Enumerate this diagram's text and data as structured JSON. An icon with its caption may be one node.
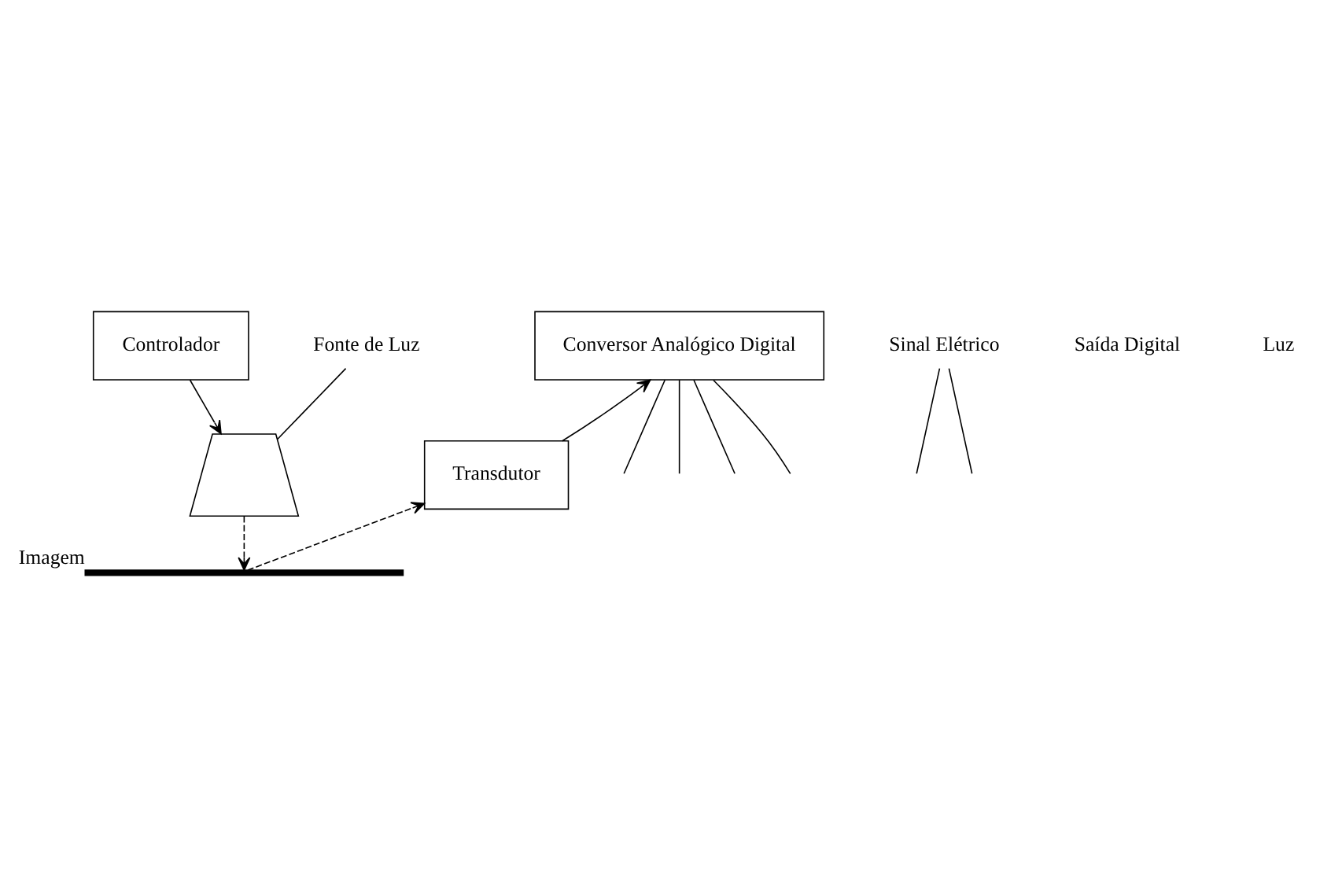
{
  "diagram": {
    "nodes": [
      {
        "text": [
          "Controlador"
        ]
      },
      {
        "text": [
          "Sinal Elétrico"
        ]
      },
      {
        "text": [
          "Conversor Analógico Digital"
        ]
      },
      {
        "text": [
          "Fonte de Luz"
        ]
      },
      {
        "text": [],
        "shape": "trapezoid"
      },
      {
        "text": [
          "Transdutor"
        ]
      },
      {
        "text": [],
        "shape": "bar",
        "beside": [
          "Imagem"
        ]
      }
    ],
    "edges": [
      {
        "from": 0,
        "to": 4,
        "arrow": "to"
      },
      {
        "from": 1,
        "to": null,
        "arrow": "none"
      },
      {
        "from": 1,
        "to": null,
        "arrow": "none"
      },
      {
        "from": 5,
        "to": 2,
        "arrow": "to"
      },
      {
        "from": 3,
        "to": 4,
        "arrow": "none"
      },
      {
        "from": 4,
        "to": 6,
        "arrow": "to",
        "style": "dashed"
      },
      {
        "from": 6,
        "to": 5,
        "arrow": "to",
        "style": "dashed"
      },
      {
        "from": 2,
        "to": null,
        "arrow": "none"
      },
      {
        "from": 2,
        "to": null,
        "arrow": "none"
      },
      {
        "from": 2,
        "to": null,
        "arrow": "none"
      },
      {
        "from": 2,
        "to": null,
        "arrow": "none"
      }
    ],
    "labels": [
      "Saída Digital",
      "Luz"
    ]
  }
}
